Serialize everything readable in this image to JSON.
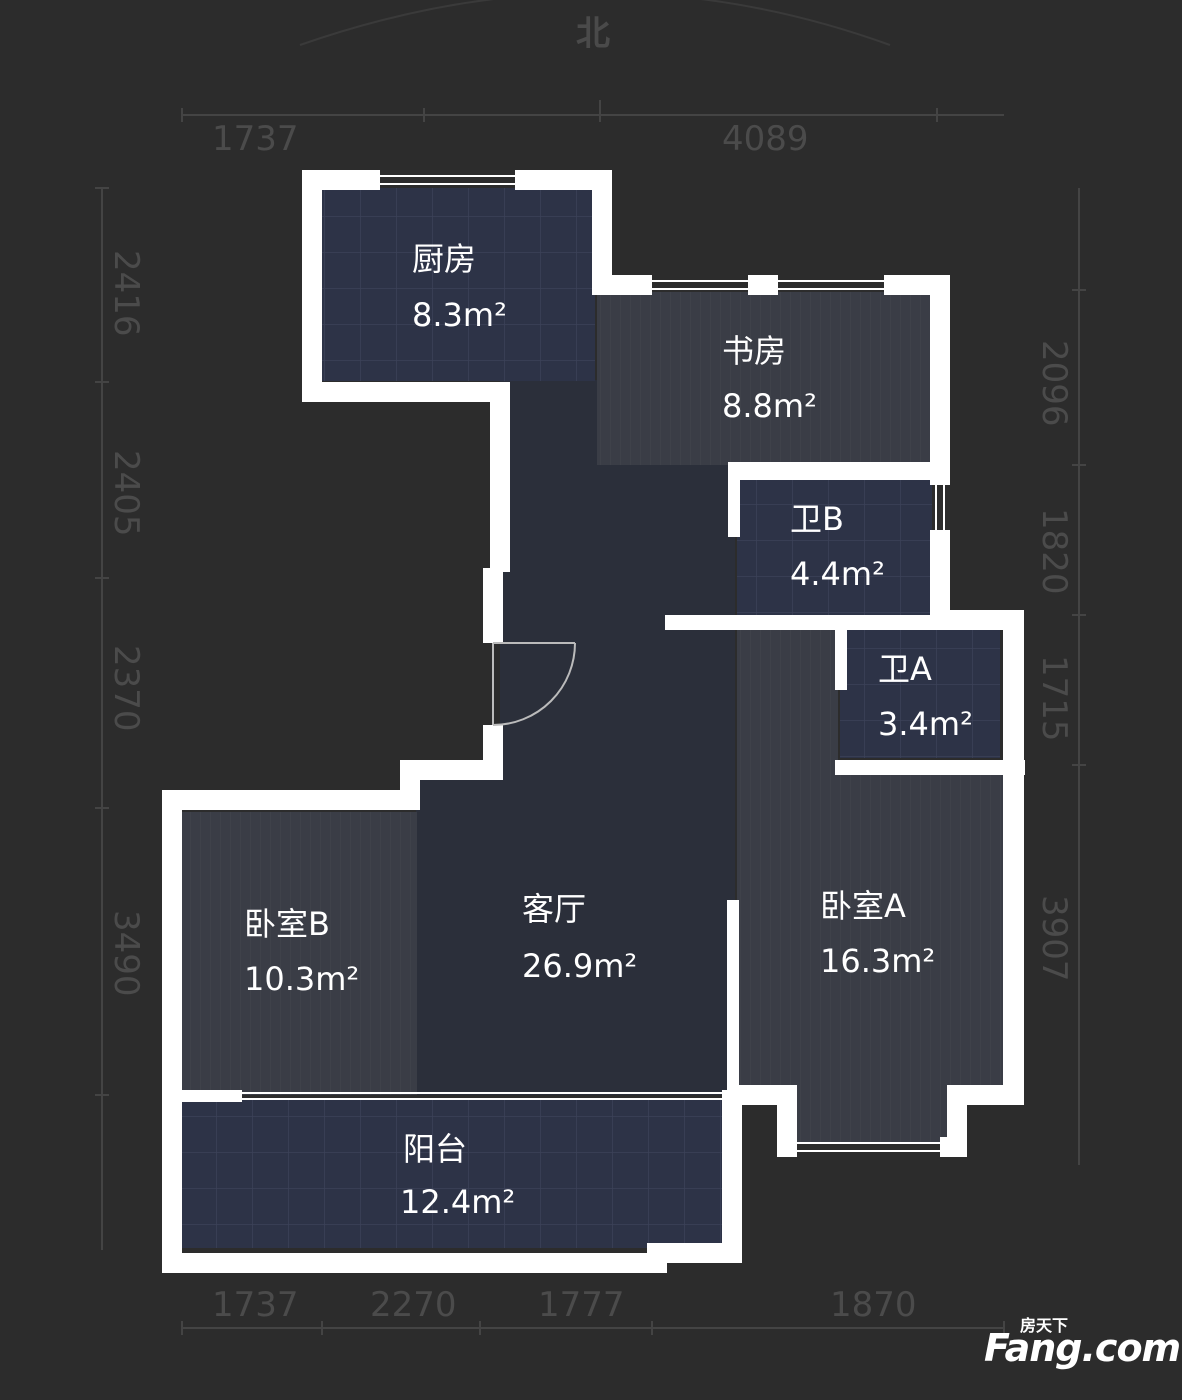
{
  "compass": {
    "north": "北"
  },
  "dimensions": {
    "top": [
      "1737",
      "4089"
    ],
    "bottom": [
      "1737",
      "2270",
      "1777",
      "1870"
    ],
    "left": [
      "2416",
      "2405",
      "2370",
      "3490"
    ],
    "right": [
      "2096",
      "1820",
      "1715",
      "3907"
    ]
  },
  "rooms": {
    "kitchen": {
      "name": "厨房",
      "area": "8.3m²"
    },
    "study": {
      "name": "书房",
      "area": "8.8m²"
    },
    "bath_b": {
      "name": "卫B",
      "area": "4.4m²"
    },
    "bath_a": {
      "name": "卫A",
      "area": "3.4m²"
    },
    "living": {
      "name": "客厅",
      "area": "26.9m²"
    },
    "bedroom_b": {
      "name": "卧室B",
      "area": "10.3m²"
    },
    "bedroom_a": {
      "name": "卧室A",
      "area": "16.3m²"
    },
    "balcony": {
      "name": "阳台",
      "area": "12.4m²"
    }
  },
  "logo": {
    "small_text": "房天下",
    "brand": "Fang.com"
  },
  "colors": {
    "background": "#2c2c2c",
    "wall": "#ffffff",
    "floor_living": "#2b2f3a",
    "floor_tile": "#2d3347",
    "floor_wood": "#3a3d46"
  }
}
